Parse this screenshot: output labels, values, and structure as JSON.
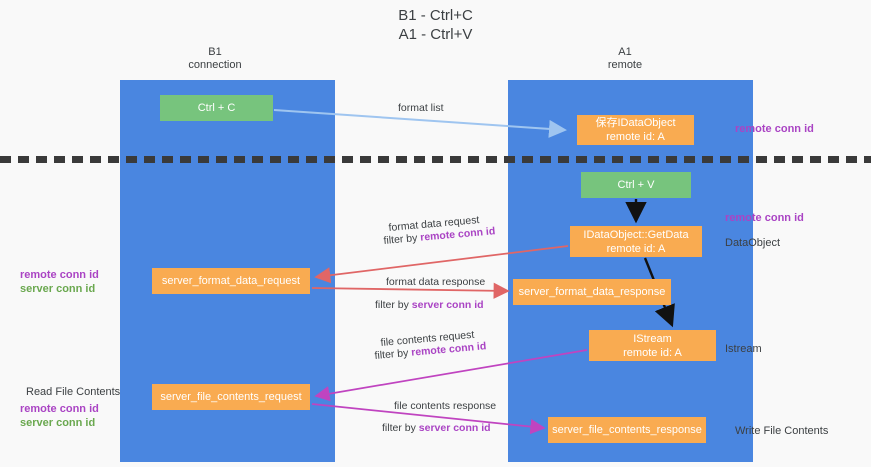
{
  "title": {
    "line1": "B1 - Ctrl+C",
    "line2": "A1 - Ctrl+V"
  },
  "columns": [
    {
      "name": "B1",
      "sub": "connection"
    },
    {
      "name": "A1",
      "sub": "remote"
    }
  ],
  "colors": {
    "lane": "#4a86e0",
    "green_node": "#77c47d",
    "orange_node": "#f9ab51",
    "remote_conn_id": "#aa44c4",
    "server_conn_id": "#6aa84f",
    "arrow_blue": "#9fc5f0",
    "arrow_red": "#e06666",
    "arrow_magenta": "#c044c0",
    "arrow_black": "#111111",
    "divider": "#3a3a3a",
    "background": "#f9f9f9"
  },
  "nodes": {
    "ctrl_c": {
      "line1": "Ctrl + C"
    },
    "save_dataobject": {
      "line1": "保存IDataObject",
      "line2": "remote id: A"
    },
    "ctrl_v": {
      "line1": "Ctrl + V"
    },
    "getdata": {
      "line1": "IDataObject::GetData",
      "line2": "remote id: A"
    },
    "server_format_data_request": {
      "line1": "server_format_data_request"
    },
    "server_format_data_response": {
      "line1": "server_format_data_response"
    },
    "istream": {
      "line1": "IStream",
      "line2": "remote id: A"
    },
    "server_file_contents_request": {
      "line1": "server_file_contents_request"
    },
    "server_file_contents_response": {
      "line1": "server_file_contents_response"
    }
  },
  "annotations": {
    "remote_conn_id_top": "remote conn id",
    "remote_conn_id_mid": "remote conn id",
    "dataobject": "DataObject",
    "istream": "Istream",
    "write_file_contents": "Write File Contents",
    "read_file_contents": "Read File Contents",
    "left_mid_remote": "remote conn id",
    "left_mid_server": "server conn id",
    "left_bot_remote": "remote conn id",
    "left_bot_server": "server conn id"
  },
  "edge_labels": {
    "format_list": "format list",
    "format_data_request": "format data request",
    "format_data_request_filter_prefix": "filter by ",
    "format_data_request_filter_key": "remote conn id",
    "format_data_response": "format data response",
    "format_data_response_filter_prefix": "filter by ",
    "format_data_response_filter_key": "server conn id",
    "file_contents_request": "file contents request",
    "file_contents_request_filter_prefix": "filter by ",
    "file_contents_request_filter_key": "remote conn id",
    "file_contents_response": "file contents response",
    "file_contents_response_filter_prefix": "filter by ",
    "file_contents_response_filter_key": "server conn id"
  }
}
